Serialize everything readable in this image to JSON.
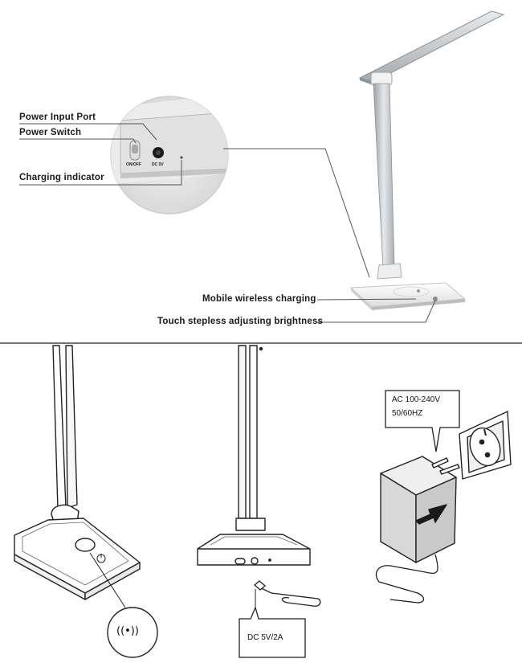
{
  "top_labels": {
    "power_input_port": "Power Input Port",
    "power_switch": "Power Switch",
    "charging_indicator": "Charging indicator",
    "mobile_wireless_charging": "Mobile wireless charging",
    "touch_brightness": "Touch stepless adjusting brightness"
  },
  "port_panel": {
    "switch_text": "ON/OFF",
    "dc_text": "DC 5V"
  },
  "bottom_labels": {
    "dc_spec": "DC 5V/2A",
    "ac_line1": "AC 100-240V",
    "ac_line2": "50/60HZ",
    "wireless_symbol": "((•))"
  },
  "colors": {
    "line": "#222222",
    "lamp_silver": "#cfd3d6",
    "lamp_white": "#f4f4f4",
    "adapter_gray": "#d9d9d9",
    "arrow": "#1a1a1a"
  }
}
